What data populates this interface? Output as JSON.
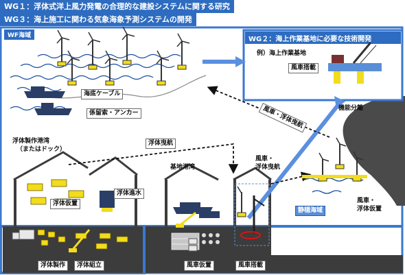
{
  "header": {
    "wg1": "WG１：浮体式洋上風力発電の合理的な建設システムに関する研究",
    "wg3": "WG３：海上施工に関わる気象海象予測システムの開発"
  },
  "wf_area": {
    "title": "WF海域"
  },
  "wg2": {
    "title": "WG２：海上作業基地に必要な技術開発",
    "example": "例）海上作業基地",
    "install_label": "風車搭載"
  },
  "labels": {
    "seabed_cable": "海底ケーブル",
    "mooring_anchor": "係留索・アンカー",
    "float_port_line1": "浮体製作港湾",
    "float_port_line2": "（またはドック）",
    "float_towing_top": "浮体曳航",
    "turbine_float_towing": "風車・浮体曳航",
    "base_port": "基地港湾",
    "turbine_float_towing_2a": "風車・",
    "turbine_float_towing_2b": "浮体曳航",
    "function_separation": "機能分離",
    "float_temp_storage": "浮体仮置",
    "float_launch": "浮体進水",
    "calm_sea": "静穏海域",
    "float_temp_storage_2": "風車・",
    "float_temp_storage_2b": "浮体仮置",
    "float_fabrication": "浮体製作",
    "float_assembly": "浮体組立",
    "turbine_temp_storage": "風車仮置",
    "turbine_install": "風車搭載"
  },
  "colors": {
    "header_blue": "#2d6cc0",
    "frame_blue": "#3a78d0",
    "arrow_blue": "#5b8fe0",
    "float_yellow": "#f2dc1c",
    "ground_dark": "#3c3c3c"
  }
}
